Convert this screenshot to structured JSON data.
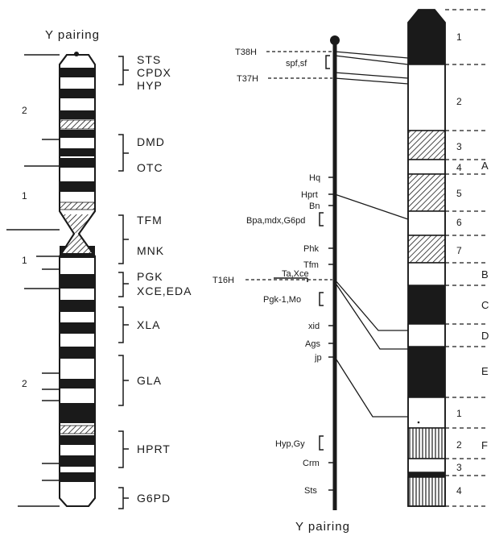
{
  "left_ideogram": {
    "title": "Y pairing",
    "arm_labels": [
      "2",
      "1",
      "1",
      "2"
    ],
    "gene_groups": [
      {
        "genes": [
          "STS",
          "CPDX",
          "HYP"
        ]
      },
      {
        "genes": [
          "DMD",
          "OTC"
        ]
      },
      {
        "genes": [
          "TFM",
          "MNK"
        ]
      },
      {
        "genes": [
          "PGK",
          "XCE,EDA"
        ]
      },
      {
        "genes": [
          "XLA"
        ]
      },
      {
        "genes": [
          "GLA"
        ]
      },
      {
        "genes": [
          "HPRT"
        ]
      },
      {
        "genes": [
          "G6PD"
        ]
      }
    ]
  },
  "linkage_map": {
    "bottom_label": "Y pairing",
    "translocations": [
      "T38H",
      "T37H",
      "T16H"
    ],
    "loci": [
      "spf,sf",
      "Hq",
      "Hprt",
      "Bn",
      "Bpa,mdx,G6pd",
      "Phk",
      "Tfm",
      "Ta,Xce",
      "Pgk-1,Mo",
      "xid",
      "Ags",
      "jp",
      "Hyp,Gy",
      "Crm",
      "Sts"
    ]
  },
  "right_ideogram": {
    "band_numbers": [
      "1",
      "2",
      "3",
      "4",
      "5",
      "6",
      "7",
      "1",
      "2",
      "3",
      "4"
    ],
    "region_letters": [
      "A",
      "B",
      "C",
      "D",
      "E",
      "F"
    ]
  }
}
